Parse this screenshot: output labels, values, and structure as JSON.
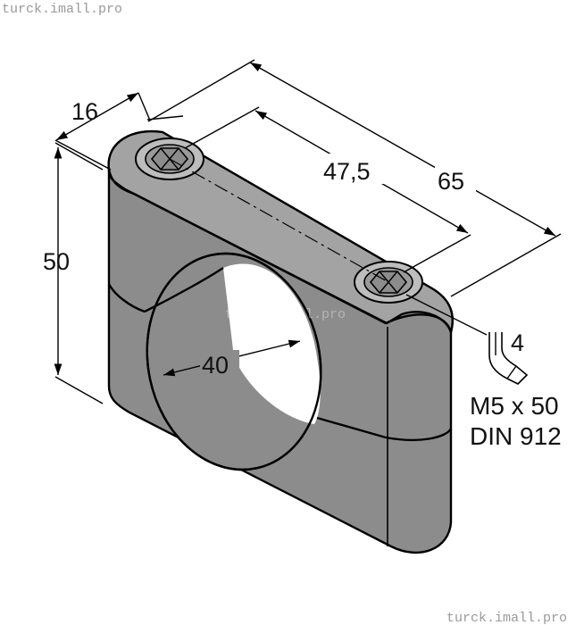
{
  "watermarks": {
    "top_left": "turck.imall.pro",
    "center": "turck.imall.pro",
    "bottom_right": "turck.imall.pro"
  },
  "dimensions": {
    "depth": "16",
    "height": "50",
    "hole_spacing": "47,5",
    "length": "65",
    "bore_diameter": "40",
    "hex_key_size": "4"
  },
  "screw_spec": {
    "line1": "M5 x 50",
    "line2": "DIN 912"
  },
  "colors": {
    "body_gray": "#8c8c8c",
    "highlight_gray": "#a9a9a9",
    "line": "#000000"
  }
}
